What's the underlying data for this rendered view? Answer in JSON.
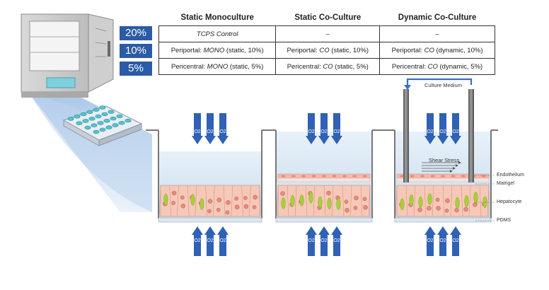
{
  "oxygen_levels": [
    "20%",
    "10%",
    "5%"
  ],
  "columns": [
    "Static Monoculture",
    "Static Co-Culture",
    "Dynamic Co-Culture"
  ],
  "rows": [
    [
      {
        "pre": "",
        "it": "TCPS Control",
        "post": ""
      },
      {
        "pre": "–",
        "it": "",
        "post": ""
      },
      {
        "pre": "–",
        "it": "",
        "post": ""
      }
    ],
    [
      {
        "pre": "Periportal: ",
        "it": "MONO",
        "post": " (static, 10%)"
      },
      {
        "pre": "Periportal: ",
        "it": "CO",
        "post": " (static, 10%)"
      },
      {
        "pre": "Periportal: ",
        "it": "CO",
        "post": " (dynamic, 10%)"
      }
    ],
    [
      {
        "pre": "Pericentral: ",
        "it": "MONO",
        "post": " (static, 5%)"
      },
      {
        "pre": "Pericentral: ",
        "it": "CO",
        "post": " (static, 5%)"
      },
      {
        "pre": "Pericentral: ",
        "it": "CO",
        "post": " (dynamic, 5%)"
      }
    ]
  ],
  "o2_label": "O2",
  "culture_medium_label": "Culture Medium",
  "shear_stress_label": "Shear Stress",
  "side_labels": {
    "endothelium": "Endothelium",
    "matrigel": "Matrigel",
    "hepatocyte": "Hepatocyte",
    "pdms": "PDMS"
  },
  "colors": {
    "arrow_blue": "#2f61b5",
    "medium_blue": "#cfe3f3",
    "hepatocyte_fill": "#f6c8b8",
    "nucleus": "#e78a7a",
    "lipid": "#a9cf3b",
    "endothelium": "#f2b9b0"
  }
}
